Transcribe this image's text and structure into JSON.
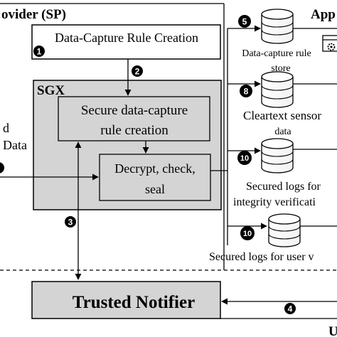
{
  "title_left": "ovider (SP)",
  "title_right": "App",
  "title_user": "U",
  "rule_creation_box": "Data-Capture Rule Creation",
  "sgx_label": "SGX",
  "secure_rule_line1": "Secure data-capture",
  "secure_rule_line2": "rule creation",
  "decrypt_line1": "Decrypt, check,",
  "decrypt_line2": "seal",
  "left_text_line1": "d",
  "left_text_line2": "Data",
  "trusted_notifier": "Trusted Notifier",
  "stores": [
    {
      "badge": "5",
      "line1": "Data-capture rule",
      "line2": "store"
    },
    {
      "badge": "8",
      "line1": "Cleartext sensor",
      "line2": "data"
    },
    {
      "badge": "10",
      "line1": "Secured logs for",
      "line2": "integrity verificati"
    },
    {
      "badge": "10",
      "line1": "Secured logs for user v",
      "line2": ""
    }
  ],
  "step_badges": {
    "b1": "1",
    "b2": "2",
    "b3": "3",
    "b4": "4"
  },
  "colors": {
    "sgx_fill": "#d4d4d4",
    "notifier_fill": "#d4d4d4",
    "box_fill": "#ffffff",
    "badge_fill": "#000000"
  }
}
